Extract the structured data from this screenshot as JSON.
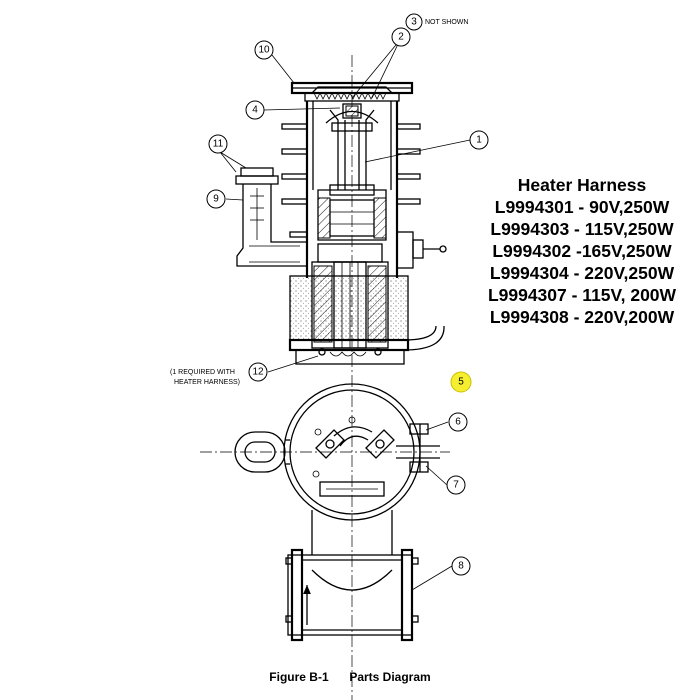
{
  "harness": {
    "title": "Heater Harness",
    "items": [
      "L9994301 - 90V,250W",
      "L9994303 - 115V,250W",
      "L9994302 -165V,250W",
      "L9994304 - 220V,250W",
      "L9994307 - 115V, 200W",
      "L9994308 - 220V,200W"
    ]
  },
  "callouts": {
    "c1": "1",
    "c2": "2",
    "c3": "3",
    "c4": "4",
    "c5": "5",
    "c6": "6",
    "c7": "7",
    "c8": "8",
    "c9": "9",
    "c10": "10",
    "c11": "11",
    "c12": "12"
  },
  "notes": {
    "not_shown": "NOT SHOWN",
    "required_line1": "(1 REQUIRED WITH",
    "required_line2": "HEATER HARNESS)"
  },
  "caption": {
    "figure": "Figure B-1",
    "title": "Parts Diagram"
  },
  "colors": {
    "highlight": "#f5ef2f",
    "line": "#000000"
  }
}
